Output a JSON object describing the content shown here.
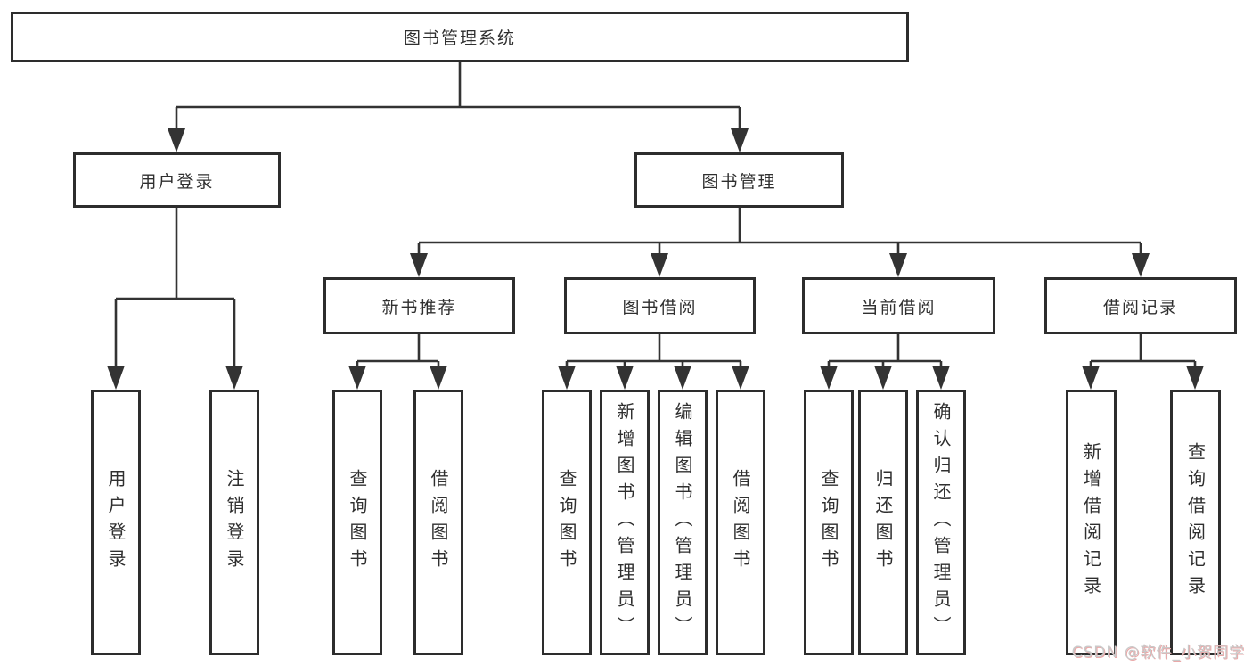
{
  "diagram": {
    "type": "tree",
    "title": "图书管理系统",
    "watermark": "CSDN @软件_小贺同学",
    "colors": {
      "background": "#ffffff",
      "line": "#333333",
      "box_border": "#2d2d2d",
      "text": "#2f2f2f",
      "watermark": "#c9c9c9",
      "watermark_shadow": "#eaa9a9"
    },
    "nodes": [
      {
        "id": "root",
        "label": "图书管理系统",
        "parent": null,
        "level": 0
      },
      {
        "id": "user-login",
        "label": "用户登录",
        "parent": "root",
        "level": 1
      },
      {
        "id": "book-management",
        "label": "图书管理",
        "parent": "root",
        "level": 1
      },
      {
        "id": "login",
        "label": "用户登录",
        "parent": "user-login",
        "level": 2
      },
      {
        "id": "logout",
        "label": "注销登录",
        "parent": "user-login",
        "level": 2
      },
      {
        "id": "new-book-recommend",
        "label": "新书推荐",
        "parent": "book-management",
        "level": 2
      },
      {
        "id": "book-borrowing",
        "label": "图书借阅",
        "parent": "book-management",
        "level": 2
      },
      {
        "id": "current-borrowing",
        "label": "当前借阅",
        "parent": "book-management",
        "level": 2
      },
      {
        "id": "borrowing-records",
        "label": "借阅记录",
        "parent": "book-management",
        "level": 2
      },
      {
        "id": "nb-query-books",
        "label": "查询图书",
        "parent": "new-book-recommend",
        "level": 3
      },
      {
        "id": "nb-borrow-books",
        "label": "借阅图书",
        "parent": "new-book-recommend",
        "level": 3
      },
      {
        "id": "bb-query-books",
        "label": "查询图书",
        "parent": "book-borrowing",
        "level": 3
      },
      {
        "id": "bb-add-books",
        "label": "新增图书（管理员）",
        "parent": "book-borrowing",
        "level": 3
      },
      {
        "id": "bb-edit-books",
        "label": "编辑图书（管理员）",
        "parent": "book-borrowing",
        "level": 3
      },
      {
        "id": "bb-borrow-books",
        "label": "借阅图书",
        "parent": "book-borrowing",
        "level": 3
      },
      {
        "id": "cb-query-books",
        "label": "查询图书",
        "parent": "current-borrowing",
        "level": 3
      },
      {
        "id": "cb-return-books",
        "label": "归还图书",
        "parent": "current-borrowing",
        "level": 3
      },
      {
        "id": "cb-confirm-return",
        "label": "确认归还（管理员）",
        "parent": "current-borrowing",
        "level": 3
      },
      {
        "id": "br-add-record",
        "label": "新增借阅记录",
        "parent": "borrowing-records",
        "level": 3
      },
      {
        "id": "br-query-record",
        "label": "查询借阅记录",
        "parent": "borrowing-records",
        "level": 3
      }
    ]
  }
}
